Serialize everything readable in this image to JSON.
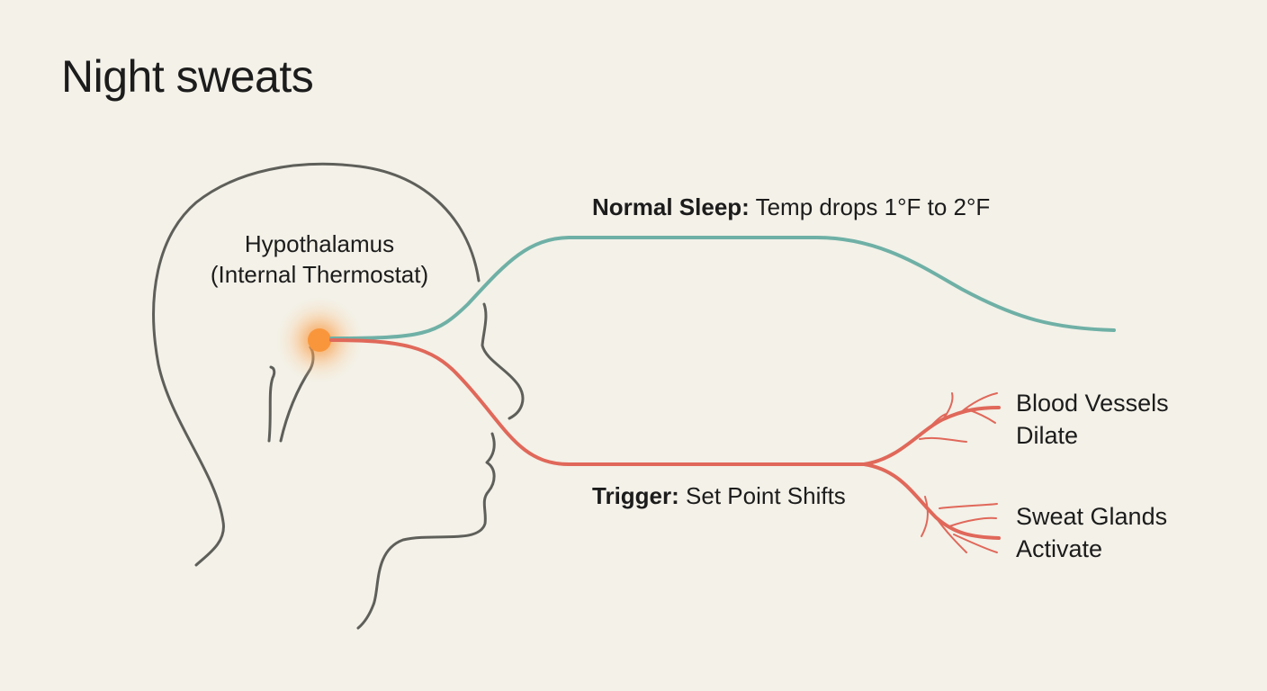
{
  "title": "Night sweats",
  "hypothalamus": {
    "line1": "Hypothalamus",
    "line2": "(Internal Thermostat)"
  },
  "normal_sleep": {
    "label": "Normal Sleep:",
    "text": "Temp drops 1°F to 2°F"
  },
  "trigger": {
    "label": "Trigger:",
    "text": "Set Point Shifts"
  },
  "blood_vessels": {
    "line1": "Blood Vessels",
    "line2": "Dilate"
  },
  "sweat_glands": {
    "line1": "Sweat Glands",
    "line2": "Activate"
  },
  "colors": {
    "background": "#f3f1e8",
    "outline": "#5f5f5a",
    "normal_path": "#6fb0a6",
    "trigger_path": "#e0685a",
    "glow": "#f7a04a"
  }
}
